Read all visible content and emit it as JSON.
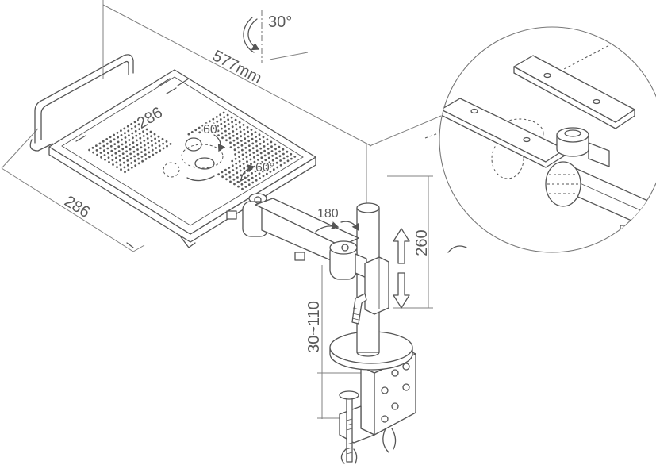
{
  "labels": {
    "tilt_angle": "30°",
    "overall_length": "577mm",
    "tray_width": "286",
    "tray_depth": "286",
    "tray_rotation": "60",
    "tray_swivel": "60°",
    "arm_swivel": "180",
    "height_adjust": "260",
    "clamp_range": "30~110"
  },
  "colors": {
    "line": "#555555",
    "background": "#ffffff"
  }
}
